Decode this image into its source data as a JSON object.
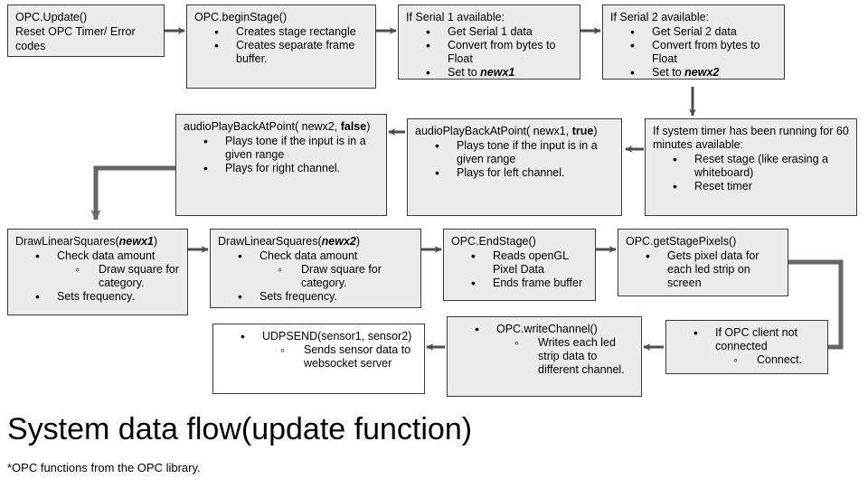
{
  "title": "System data flow(update function)",
  "subtitle": "*OPC functions from the OPC library.",
  "colors": {
    "node_fill": "#ececec",
    "node_fill_alt": "#ffffff",
    "node_stroke": "#3a3a3a",
    "arrow_thin": "#4d4d4d",
    "arrow_thick": "#666666",
    "text": "#000000",
    "page_background": "#ffffff"
  },
  "nodes": {
    "opc_update": {
      "line1": "OPC.Update()",
      "line2": "Reset OPC Timer/ Error",
      "line3": "codes"
    },
    "opc_begin_stage": {
      "header": "OPC.beginStage()",
      "bullets": [
        "Creates stage rectangle",
        "Creates separate frame buffer."
      ]
    },
    "serial1": {
      "header": "If Serial 1 available:",
      "bullets": [
        "Get Serial 1 data",
        "Convert from bytes to Float",
        "Set to newx1"
      ],
      "emphasis": "newx1"
    },
    "serial2": {
      "header": "If Serial 2 available:",
      "bullets": [
        "Get Serial 2 data",
        "Convert from bytes to Float",
        "Set to newx2"
      ],
      "emphasis": "newx2"
    },
    "system_timer": {
      "header": "If system timer has been running for 60 minutes available:",
      "bullets": [
        "Reset stage (like erasing a whiteboard)",
        "Reset timer"
      ]
    },
    "audio_left": {
      "header_pre": "audioPlayBackAtPoint( newx1, ",
      "header_bold": "true",
      "header_post": ")",
      "bullets": [
        "Plays tone if the input is in a given range",
        "Plays for left channel."
      ]
    },
    "audio_right": {
      "header_pre": "audioPlayBackAtPoint( newx2, ",
      "header_bold": "false",
      "header_post": ")",
      "bullets": [
        "Plays tone if the input is in a given range",
        "Plays for right channel."
      ]
    },
    "draw_squares_1": {
      "header_pre": "DrawLinearSquares(",
      "header_em": "newx1",
      "header_post": ")",
      "bullets": [
        "Check data amount",
        "Sets frequency."
      ],
      "subbullet": "Draw square for category."
    },
    "draw_squares_2": {
      "header_pre": "DrawLinearSquares(",
      "header_em": "newx2",
      "header_post": ")",
      "bullets": [
        "Check data amount",
        "Sets frequency."
      ],
      "subbullet": "Draw square for category."
    },
    "end_stage": {
      "header": "OPC.EndStage()",
      "bullets": [
        "Reads openGL Pixel Data",
        "Ends frame buffer"
      ]
    },
    "get_stage_pixels": {
      "header": "OPC.getStagePixels()",
      "bullets": [
        "Gets pixel data for each led strip on screen"
      ]
    },
    "opc_client": {
      "bullet": "If OPC client not connected",
      "subbullet": "Connect."
    },
    "write_channel": {
      "bullet": "OPC.writeChannel()",
      "subbullet": "Writes each led strip data to different channel."
    },
    "udpsend": {
      "bullet": "UDPSEND(sensor1, sensor2)",
      "subbullet": "Sends sensor data to websocket server"
    }
  }
}
